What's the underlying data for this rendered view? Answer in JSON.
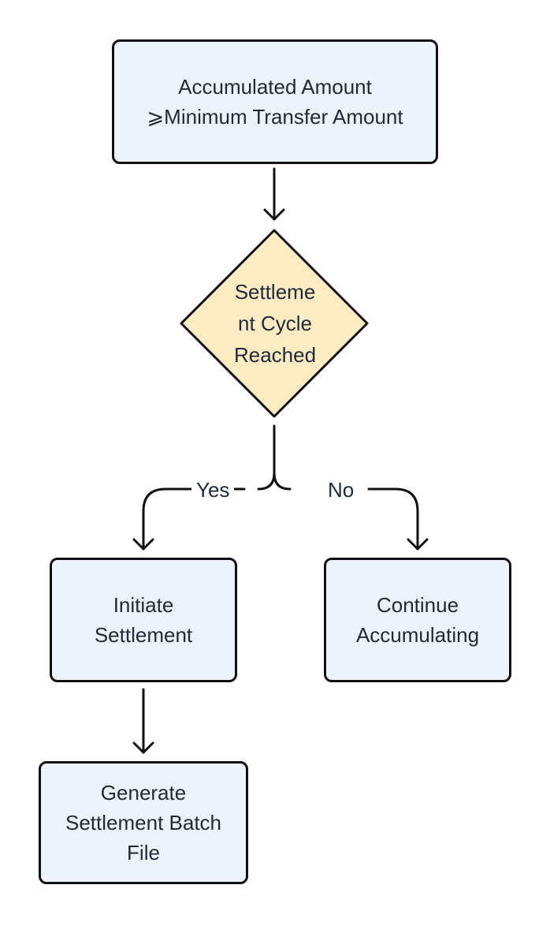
{
  "nodes": {
    "accumulated": "Accumulated Amount\n⩾Minimum Transfer Amount",
    "decision": "Settleme\nnt Cycle\nReached",
    "initiate": "Initiate\nSettlement",
    "continue": "Continue\nAccumulating",
    "generate": "Generate\nSettlement Batch\nFile"
  },
  "edges": {
    "yes": "Yes",
    "no": "No"
  },
  "colors": {
    "box_fill": "#eef3fb",
    "decision_fill": "#fdebc3",
    "stroke": "#111111"
  }
}
